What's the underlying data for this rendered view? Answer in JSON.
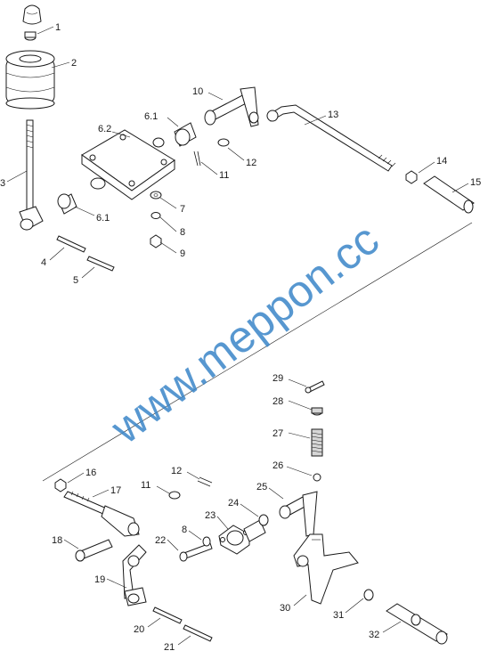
{
  "watermark": "www.meppon.cc",
  "labels": {
    "l1": "1",
    "l2": "2",
    "l3": "3",
    "l4": "4",
    "l5": "5",
    "l6_1a": "6.1",
    "l6_1b": "6.1",
    "l6_2": "6.2",
    "l7": "7",
    "l8a": "8",
    "l8b": "8",
    "l9": "9",
    "l10": "10",
    "l11a": "11",
    "l11b": "11",
    "l12a": "12",
    "l12b": "12",
    "l13": "13",
    "l14": "14",
    "l15": "15",
    "l16": "16",
    "l17": "17",
    "l18": "18",
    "l19": "19",
    "l20": "20",
    "l21": "21",
    "l22": "22",
    "l23": "23",
    "l24": "24",
    "l25": "25",
    "l26": "26",
    "l27": "27",
    "l28": "28",
    "l29": "29",
    "l30": "30",
    "l31": "31",
    "l32": "32"
  }
}
